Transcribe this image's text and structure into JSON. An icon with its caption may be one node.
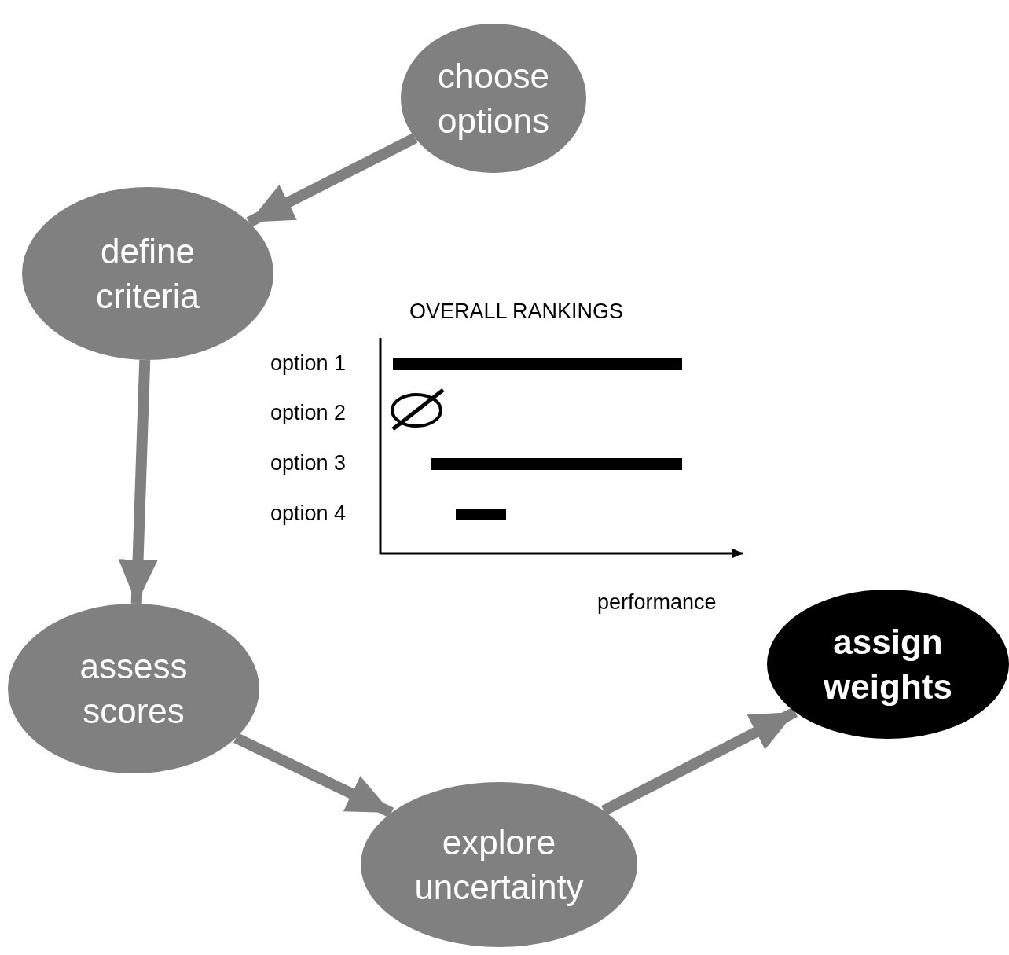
{
  "diagram": {
    "nodes": [
      {
        "text": [
          "choose options"
        ]
      },
      {
        "text": [
          "define criteria"
        ]
      },
      {
        "text": [
          "assess scores"
        ]
      },
      {
        "text": [
          "explore uncertainty"
        ]
      },
      {
        "text": [
          "assign weights"
        ]
      }
    ],
    "edges": [
      {
        "from": 0,
        "to": 1,
        "arrow": "to"
      },
      {
        "from": 1,
        "to": 2,
        "arrow": "to"
      },
      {
        "from": 2,
        "to": 3,
        "arrow": "to"
      },
      {
        "from": 3,
        "to": 4,
        "arrow": "to"
      }
    ],
    "labels": [
      "OVERALL RANKINGS",
      "option 1",
      "option 2",
      "option 3",
      "option 4",
      "performance"
    ]
  }
}
